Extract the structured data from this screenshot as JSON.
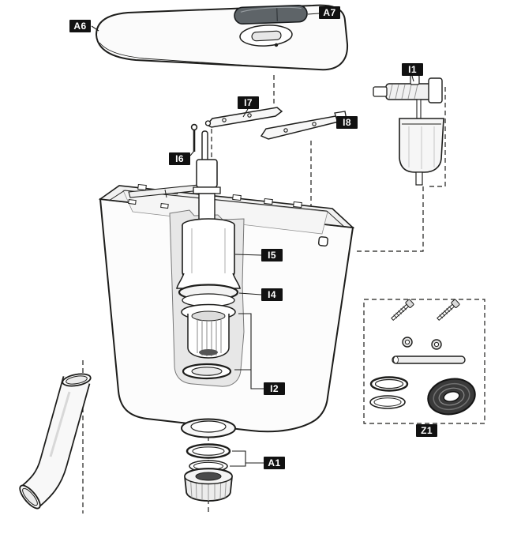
{
  "diagram": {
    "kind": "exploded-parts-diagram",
    "subject": "cistern-exploded-view",
    "colors": {
      "ink": "#1d1d1b",
      "label_bg": "#111111",
      "label_fg": "#ffffff",
      "fill_light": "#f7f7f7",
      "button_gray": "#5e6468",
      "grommet_dark": "#3a3a3a"
    },
    "labels": [
      {
        "id": "A6",
        "part": "tank-lid"
      },
      {
        "id": "A7",
        "part": "flush-pushbutton"
      },
      {
        "id": "I1",
        "part": "fill-valve"
      },
      {
        "id": "I7",
        "part": "lever-arm-front"
      },
      {
        "id": "I8",
        "part": "lever-arm-rear"
      },
      {
        "id": "I6",
        "part": "pull-rod"
      },
      {
        "id": "I5",
        "part": "flush-valve-body"
      },
      {
        "id": "I4",
        "part": "valve-seal"
      },
      {
        "id": "I2",
        "part": "valve-seat-outlet"
      },
      {
        "id": "A1",
        "part": "outlet-seal-set"
      },
      {
        "id": "Z1",
        "part": "fixing-accessories-kit"
      }
    ]
  }
}
